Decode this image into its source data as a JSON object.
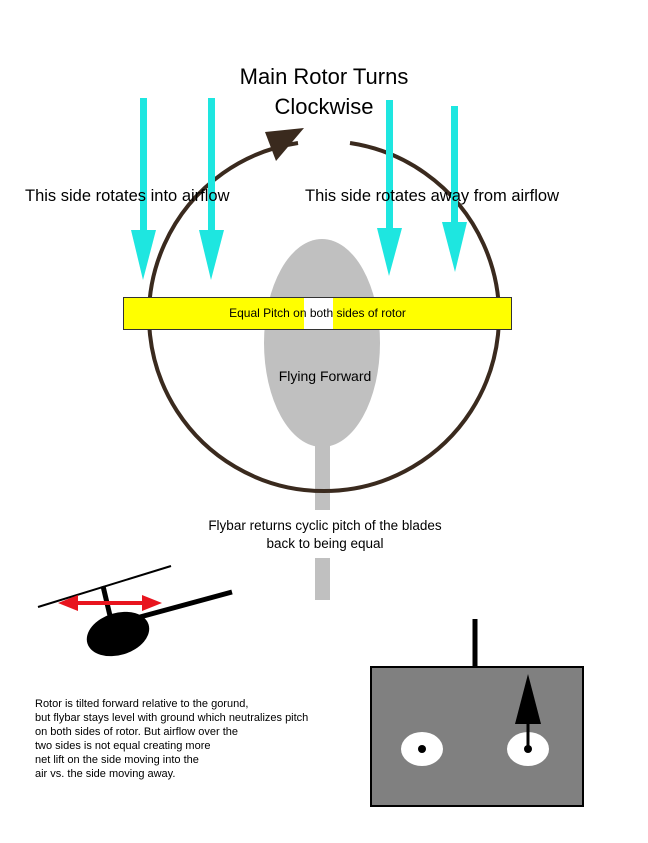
{
  "title": "Main Rotor Turns\nClockwise",
  "labels": {
    "left_side": "This side rotates into airflow",
    "right_side": "This side rotates away from airflow",
    "pitch": "Equal Pitch on both sides of rotor",
    "flying": "Flying Forward",
    "flybar": "Flybar returns cyclic pitch of the blades\nback to being equal",
    "note": "Rotor is tilted forward relative to the gorund,\nbut flybar stays level with ground which neutralizes pitch\non both sides of rotor.  But airflow over the\ntwo sides is not equal creating more\nnet lift on the side moving into the\nair vs. the side moving away."
  },
  "colors": {
    "airflow": "#1ee6e0",
    "circle": "#3a2a1e",
    "pitch_bar": "#ffff00",
    "heli_body": "#c0c0c0",
    "red_arrow": "#e8141e",
    "controller": "#808080"
  }
}
